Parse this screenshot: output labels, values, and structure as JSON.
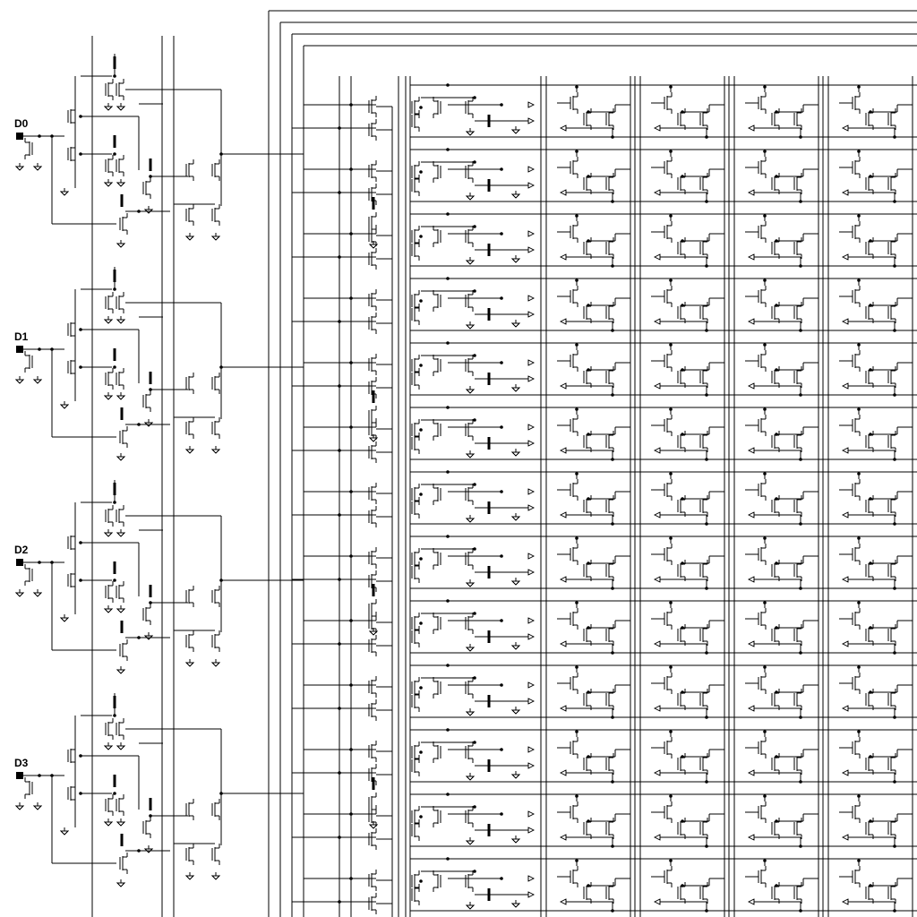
{
  "schematic": {
    "background_color": "#ffffff",
    "wire_color": "#000000",
    "inputs": [
      {
        "label": "D0"
      },
      {
        "label": "D1"
      },
      {
        "label": "D2"
      },
      {
        "label": "D3"
      }
    ],
    "memory_array": {
      "rows_visible": 13,
      "columns_visible": 4
    }
  }
}
